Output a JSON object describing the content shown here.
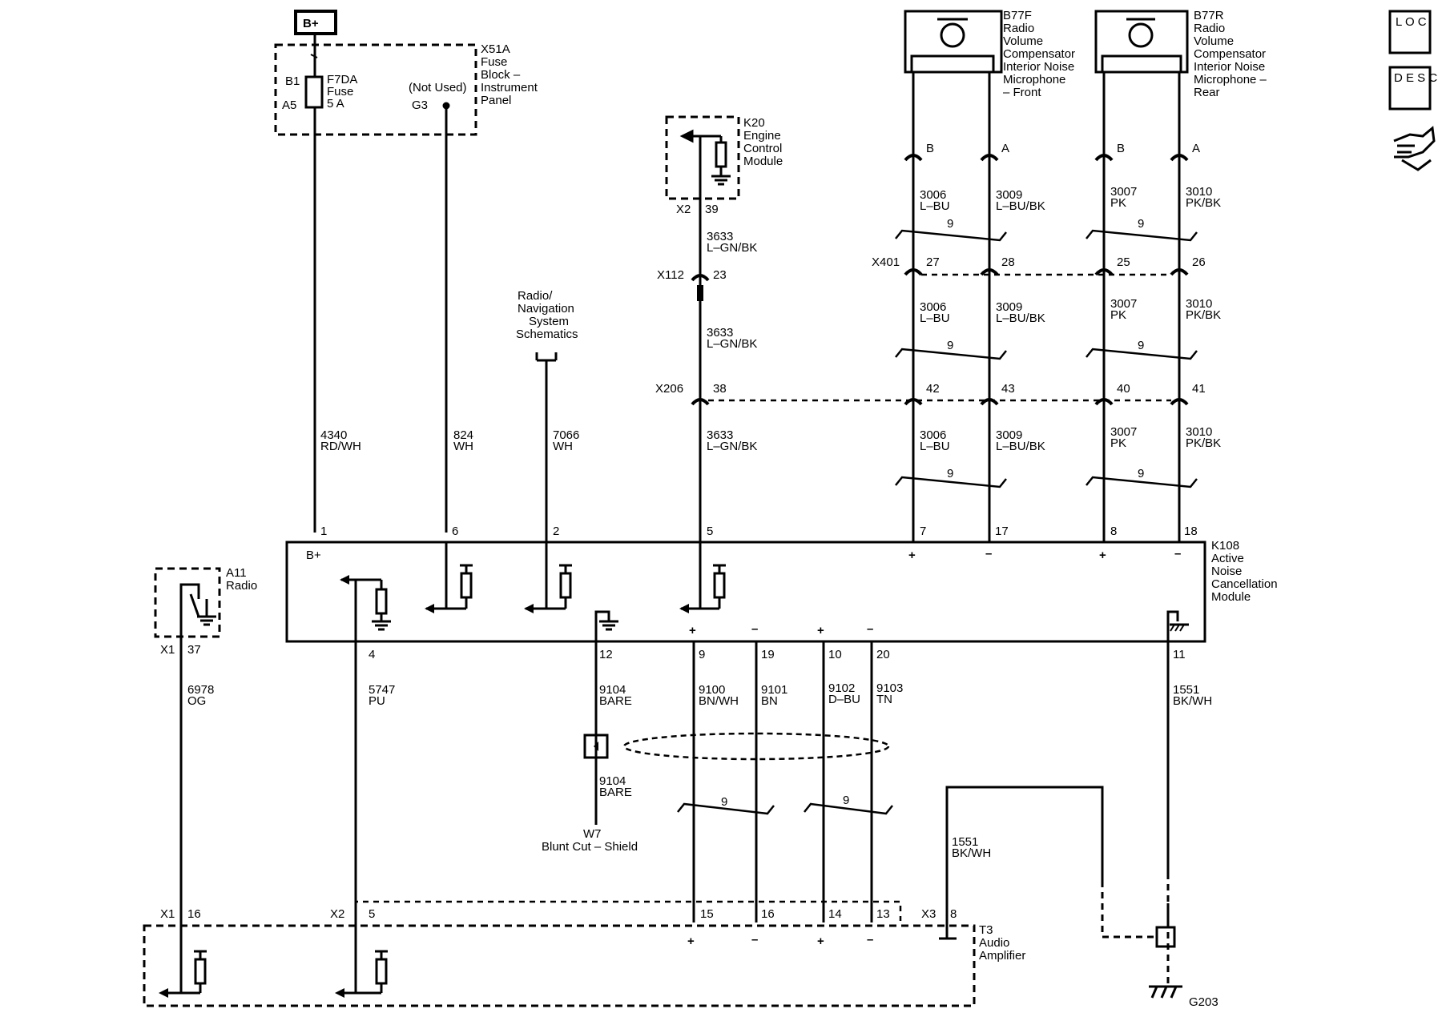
{
  "header": {
    "bplus": "B+"
  },
  "fuse_block": {
    "name": "X51A",
    "l1": "Fuse",
    "l2": "Block –",
    "l3": "Instrument",
    "l4": "Panel",
    "b1": "B1",
    "a5": "A5",
    "fuse_name": "F7DA",
    "fuse_l2": "Fuse",
    "fuse_l3": "5 A",
    "not_used": "(Not Used)",
    "g3": "G3"
  },
  "ecm": {
    "name": "K20",
    "l1": "Engine",
    "l2": "Control",
    "l3": "Module",
    "conn": "X2",
    "pin": "39"
  },
  "b77f": {
    "name": "B77F",
    "l1": "Radio",
    "l2": "Volume",
    "l3": "Compensator",
    "l4": "Interior Noise",
    "l5": "Microphone",
    "l6": "– Front"
  },
  "b77r": {
    "name": "B77R",
    "l1": "Radio",
    "l2": "Volume",
    "l3": "Compensator",
    "l4": "Interior Noise",
    "l5": "Microphone –",
    "l6": "Rear"
  },
  "mic_pins": {
    "b": "B",
    "a": "A"
  },
  "twist": "9",
  "wires": {
    "w3006": "3006",
    "c_lbu": "L–BU",
    "w3009": "3009",
    "c_lbubk": "L–BU/BK",
    "w3007": "3007",
    "c_pk": "PK",
    "w3010": "3010",
    "c_pkbk": "PK/BK",
    "w3633": "3633",
    "c_lgnbk": "L–GN/BK",
    "w4340": "4340",
    "c_rdwh": "RD/WH",
    "w824": "824",
    "c_wh": "WH",
    "w7066": "7066",
    "w6978": "6978",
    "c_og": "OG",
    "w5747": "5747",
    "c_pu": "PU",
    "w9104": "9104",
    "c_bare": "BARE",
    "w9100": "9100",
    "c_bnwh": "BN/WH",
    "w9101": "9101",
    "c_bn": "BN",
    "w9102": "9102",
    "c_dbu": "D–BU",
    "w9103": "9103",
    "c_tn": "TN",
    "w1551": "1551",
    "c_bkwh": "BK/WH"
  },
  "x401": {
    "name": "X401",
    "p27": "27",
    "p28": "28",
    "p25": "25",
    "p26": "26"
  },
  "x112": {
    "name": "X112",
    "p23": "23"
  },
  "x206": {
    "name": "X206",
    "p38": "38",
    "p42": "42",
    "p43": "43",
    "p40": "40",
    "p41": "41"
  },
  "radio_nav": {
    "l1": "Radio/",
    "l2": "Navigation",
    "l3": "System",
    "l4": "Schematics"
  },
  "anc": {
    "name": "K108",
    "l1": "Active",
    "l2": "Noise",
    "l3": "Cancellation",
    "l4": "Module",
    "bplus": "B+",
    "p1": "1",
    "p6": "6",
    "p2": "2",
    "p5": "5",
    "p7": "7",
    "p17": "17",
    "p8": "8",
    "p18": "18",
    "p4": "4",
    "p12": "12",
    "p9": "9",
    "p19": "19",
    "p10": "10",
    "p20": "20",
    "p11": "11",
    "plus": "+",
    "minus": "–"
  },
  "radio": {
    "name": "A11",
    "l1": "Radio",
    "conn": "X1",
    "pin": "37"
  },
  "shield": {
    "name": "W7",
    "l1": "Blunt Cut – Shield"
  },
  "amp": {
    "name": "T3",
    "l1": "Audio",
    "l2": "Amplifier",
    "x1": "X1",
    "p16a": "16",
    "x2": "X2",
    "p5": "5",
    "p15": "15",
    "p16b": "16",
    "p14": "14",
    "p13": "13",
    "x3": "X3",
    "p8": "8"
  },
  "ground": {
    "name": "G203"
  },
  "side_icons": {
    "loc": "L O C",
    "desc": "D E S C"
  }
}
